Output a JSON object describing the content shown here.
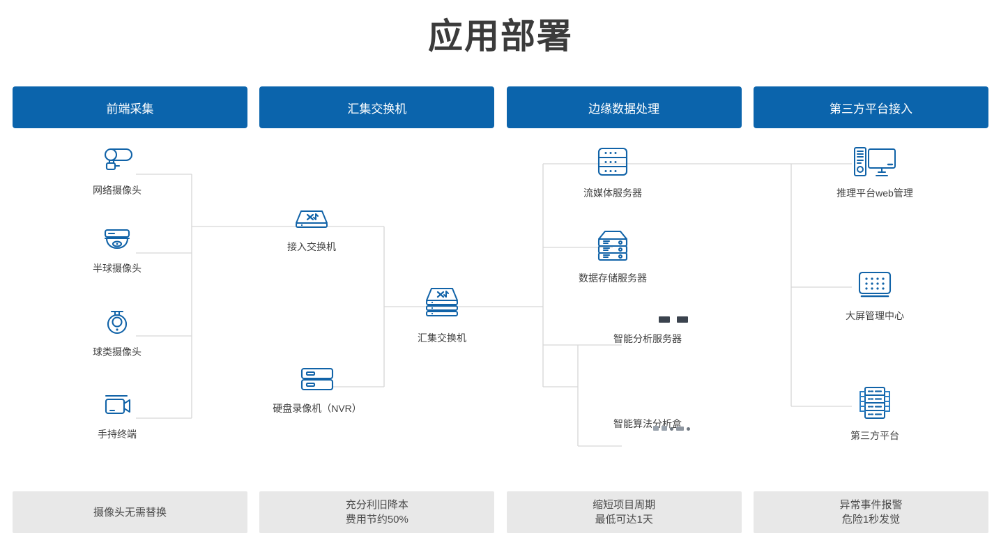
{
  "page": {
    "title": "应用部署"
  },
  "columns": [
    {
      "header": "前端采集",
      "footer_lines": [
        "摄像头无需替换"
      ]
    },
    {
      "header": "汇集交换机",
      "footer_lines": [
        "充分利旧降本",
        "费用节约50%"
      ]
    },
    {
      "header": "边缘数据处理",
      "footer_lines": [
        "缩短项目周期",
        "最低可达1天"
      ]
    },
    {
      "header": "第三方平台接入",
      "footer_lines": [
        "异常事件报警",
        "危险1秒发觉"
      ]
    }
  ],
  "nodes": {
    "ipcam": {
      "label": "网络摄像头",
      "icon": "bullet-camera-icon"
    },
    "domecam": {
      "label": "半球摄像头",
      "icon": "dome-camera-icon"
    },
    "ptzcam": {
      "label": "球类摄像头",
      "icon": "ptz-camera-icon"
    },
    "handheld": {
      "label": "手持终端",
      "icon": "handheld-camcorder-icon"
    },
    "access_switch": {
      "label": "接入交换机",
      "icon": "switch-icon"
    },
    "nvr": {
      "label": "硬盘录像机（NVR）",
      "icon": "nvr-icon"
    },
    "agg_switch": {
      "label": "汇集交换机",
      "icon": "stacked-switch-icon"
    },
    "stream_server": {
      "label": "流媒体服务器",
      "icon": "rack-server-icon"
    },
    "storage_server": {
      "label": "数据存储服务器",
      "icon": "storage-server-icon"
    },
    "ai_server": {
      "label": "智能分析服务器",
      "icon": "ai-server-photo"
    },
    "ai_box": {
      "label": "智能算法分析盒",
      "icon": "ai-box-photo"
    },
    "web_mgmt": {
      "label": "推理平台web管理",
      "icon": "pc-monitor-icon"
    },
    "video_wall": {
      "label": "大屏管理中心",
      "icon": "video-wall-icon"
    },
    "third_party": {
      "label": "第三方平台",
      "icon": "platform-rack-icon"
    }
  },
  "colors": {
    "header_blue": "#0b64ac",
    "footer_gray": "#e8e8e8",
    "icon_blue": "#1163a8",
    "line_gray": "#d6d6d6",
    "title_gray": "#3b3b3b"
  }
}
